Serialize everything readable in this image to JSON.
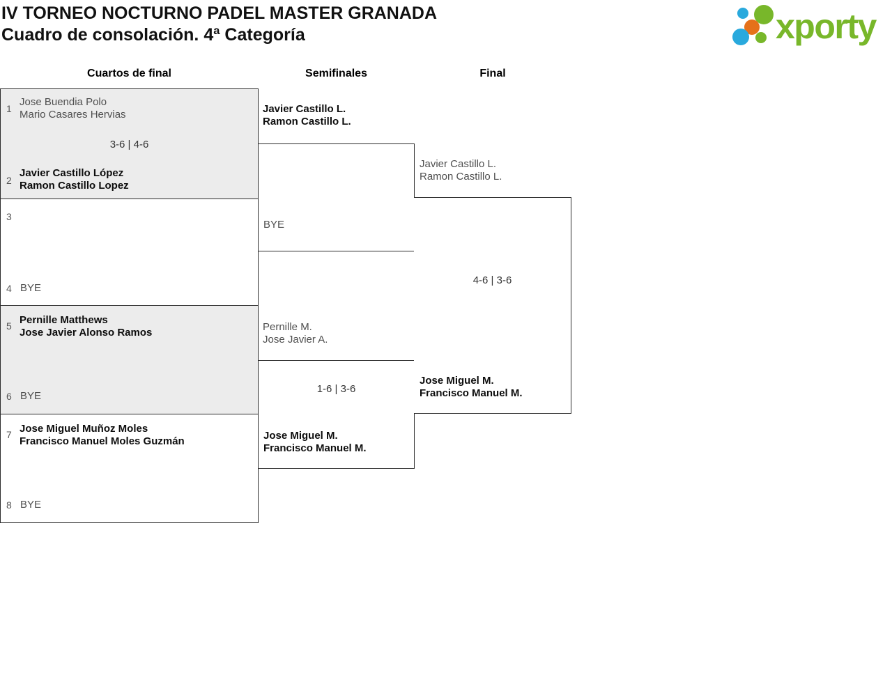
{
  "header": {
    "title_line1": "IV TORNEO NOCTURNO PADEL MASTER GRANADA",
    "title_line2": "Cuadro de consolación. 4ª Categoría",
    "logo": {
      "text": "xporty"
    }
  },
  "round_headers": {
    "quarterfinals": "Cuartos de final",
    "semifinals": "Semifinales",
    "final": "Final"
  },
  "colors": {
    "logo_green": "#78b72a",
    "logo_blue": "#29a9dd",
    "logo_orange": "#e5711a",
    "shaded_box_bg": "#ececec",
    "border_line": "#2b2b2b",
    "loser_text": "#4f4f4f",
    "winner_text": "#0d0d0d"
  },
  "quarterfinals": [
    {
      "seed_top": "1",
      "top": [
        "Jose Buendia Polo",
        "Mario Casares Hervias"
      ],
      "score": "3-6 | 4-6",
      "seed_bottom": "2",
      "bottom": [
        "Javier Castillo López",
        "Ramon Castillo Lopez"
      ]
    },
    {
      "seed_top": "3",
      "seed_bottom": "4",
      "bottom_bye": "BYE"
    },
    {
      "seed_top": "5",
      "top": [
        "Pernille Matthews",
        "Jose Javier Alonso Ramos"
      ],
      "seed_bottom": "6",
      "bottom_bye": "BYE"
    },
    {
      "seed_top": "7",
      "top": [
        "Jose Miguel Muñoz Moles",
        "Francisco Manuel Moles Guzmán"
      ],
      "seed_bottom": "8",
      "bottom_bye": "BYE"
    }
  ],
  "semifinals": [
    {
      "top": [
        "Javier Castillo L.",
        "Ramon Castillo L."
      ],
      "bottom_bye": "BYE"
    },
    {
      "top": [
        "Pernille M.",
        "Jose Javier A."
      ],
      "score": "1-6 | 3-6",
      "bottom": [
        "Jose Miguel M.",
        "Francisco Manuel M."
      ]
    }
  ],
  "final": {
    "top": [
      "Javier Castillo L.",
      "Ramon Castillo L."
    ],
    "score": "4-6 | 3-6",
    "bottom": [
      "Jose Miguel M.",
      "Francisco Manuel M."
    ]
  }
}
